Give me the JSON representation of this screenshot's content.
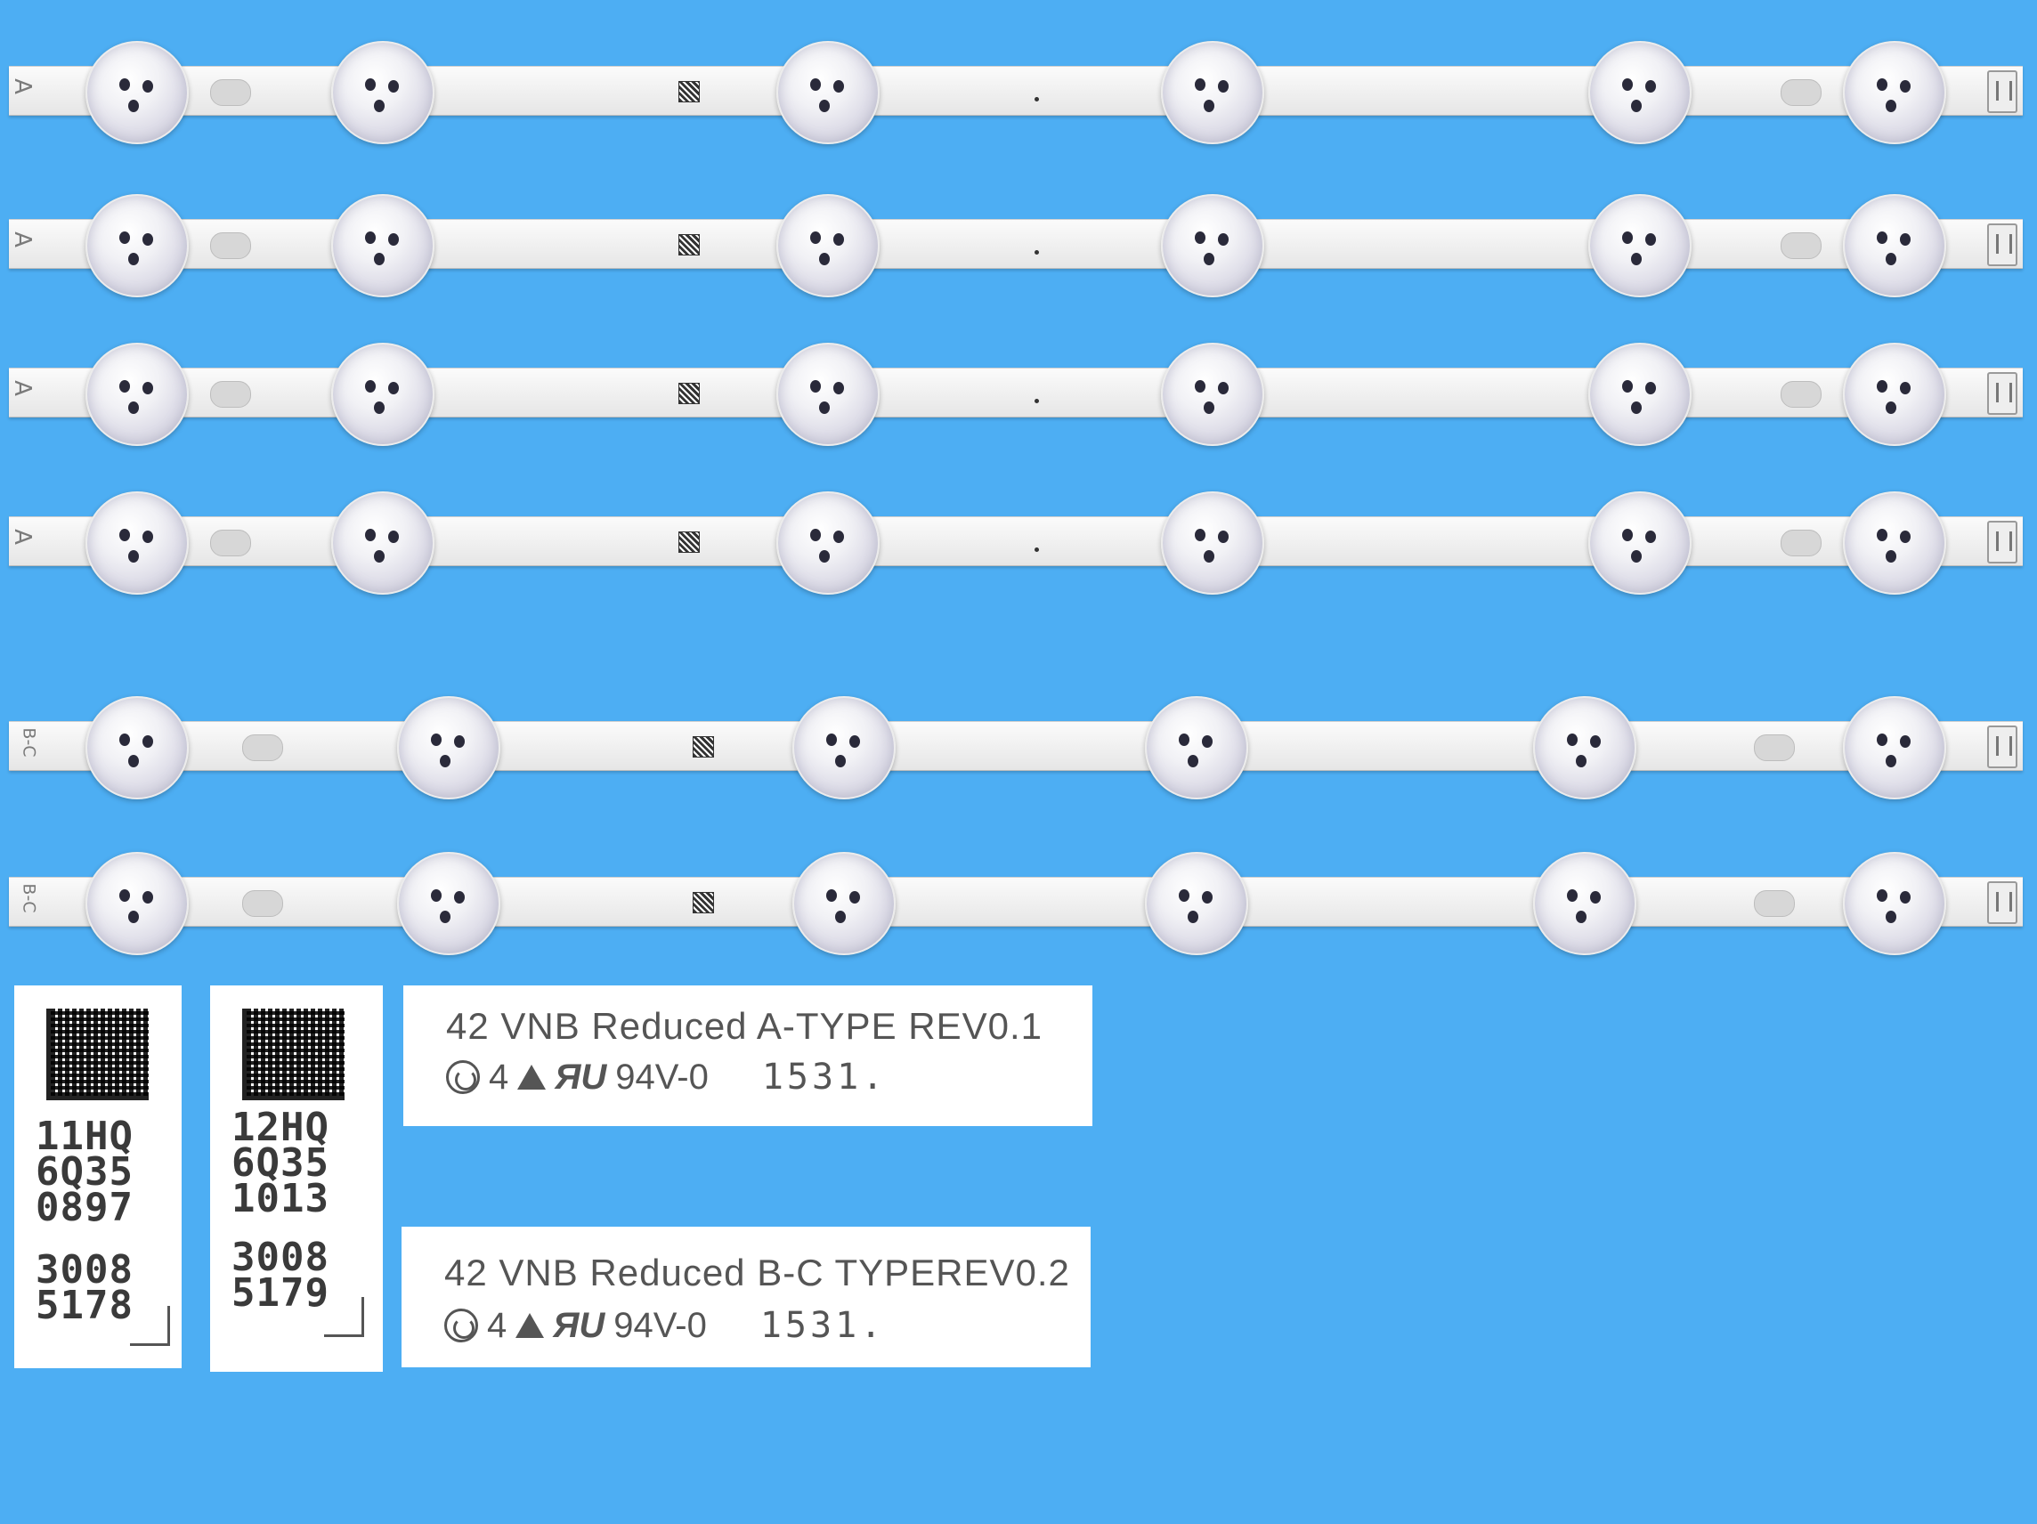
{
  "strips": [
    {
      "label": "A"
    },
    {
      "label": "A"
    },
    {
      "label": "A"
    },
    {
      "label": "A"
    },
    {
      "label": "B-C"
    },
    {
      "label": "B-C"
    }
  ],
  "strip_mini": {
    "a_codes": "11HQ\n6Q35\n0897\n3008\n5178",
    "a_text": "42 VNB Reduced A-TYPE REV0.1",
    "bc_codes": "12HQ\n6Q35\n1013\n3008\n5179",
    "bc_text": "42 VNB Reduced B-C TYPEREV0.2"
  },
  "insets": {
    "card_a": {
      "line1": "11HQ",
      "line2": "6Q35",
      "line3": "0897",
      "line4": "3008",
      "line5": "5178"
    },
    "card_b": {
      "line1": "12HQ",
      "line2": "6Q35",
      "line3": "1013",
      "line4": "3008",
      "line5": "5179"
    },
    "label_a": {
      "title": "42 VNB Reduced A-TYPE REV0.1",
      "spec_num": "4",
      "spec_rating": "94V-0",
      "date": "1531."
    },
    "label_bc": {
      "title": "42 VNB Reduced  B-C TYPEREV0.2",
      "spec_num": "4",
      "spec_rating": "94V-0",
      "date": "1531."
    }
  },
  "colors": {
    "background": "#4DAEF3",
    "strip": "#F2F2F2",
    "text": "#555555"
  }
}
